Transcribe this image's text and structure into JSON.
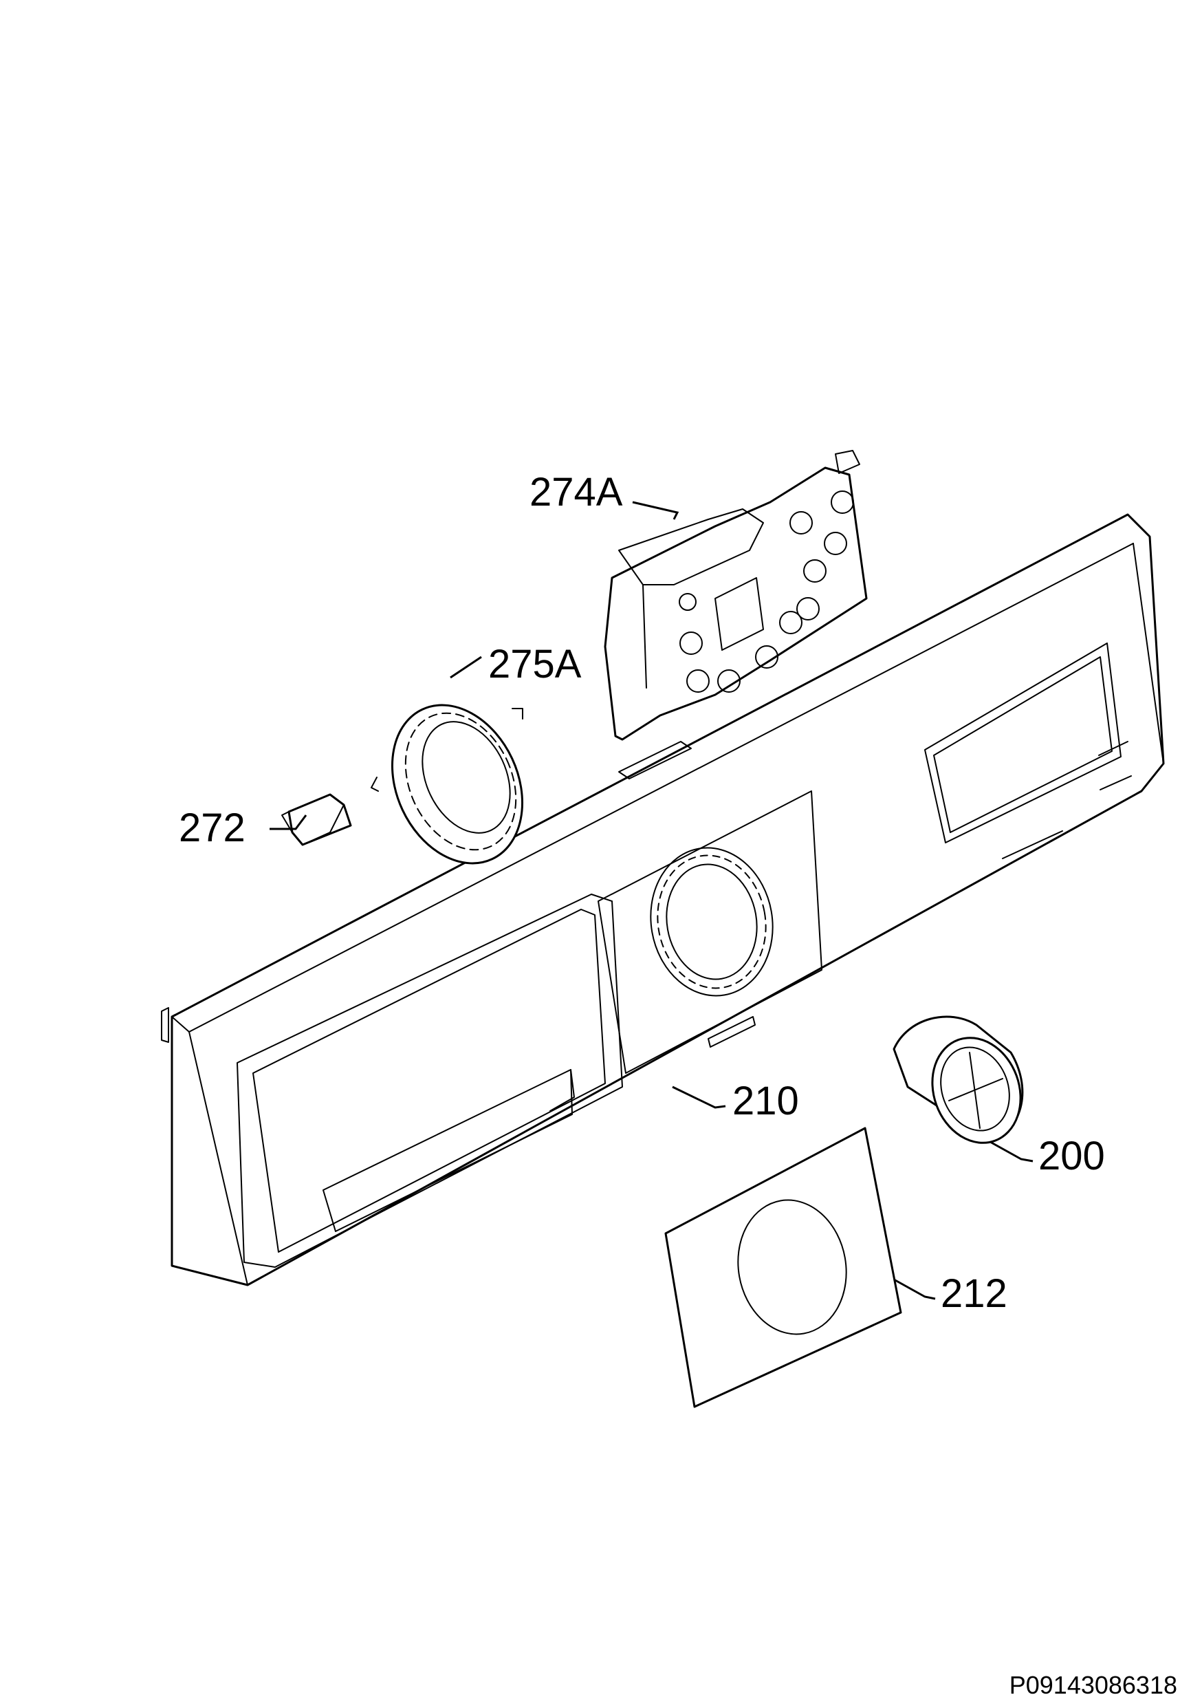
{
  "diagram": {
    "callouts": {
      "p274A": "274A",
      "p275A": "275A",
      "p272": "272",
      "p210": "210",
      "p200": "200",
      "p212": "212"
    },
    "document_code": "P09143086318"
  }
}
